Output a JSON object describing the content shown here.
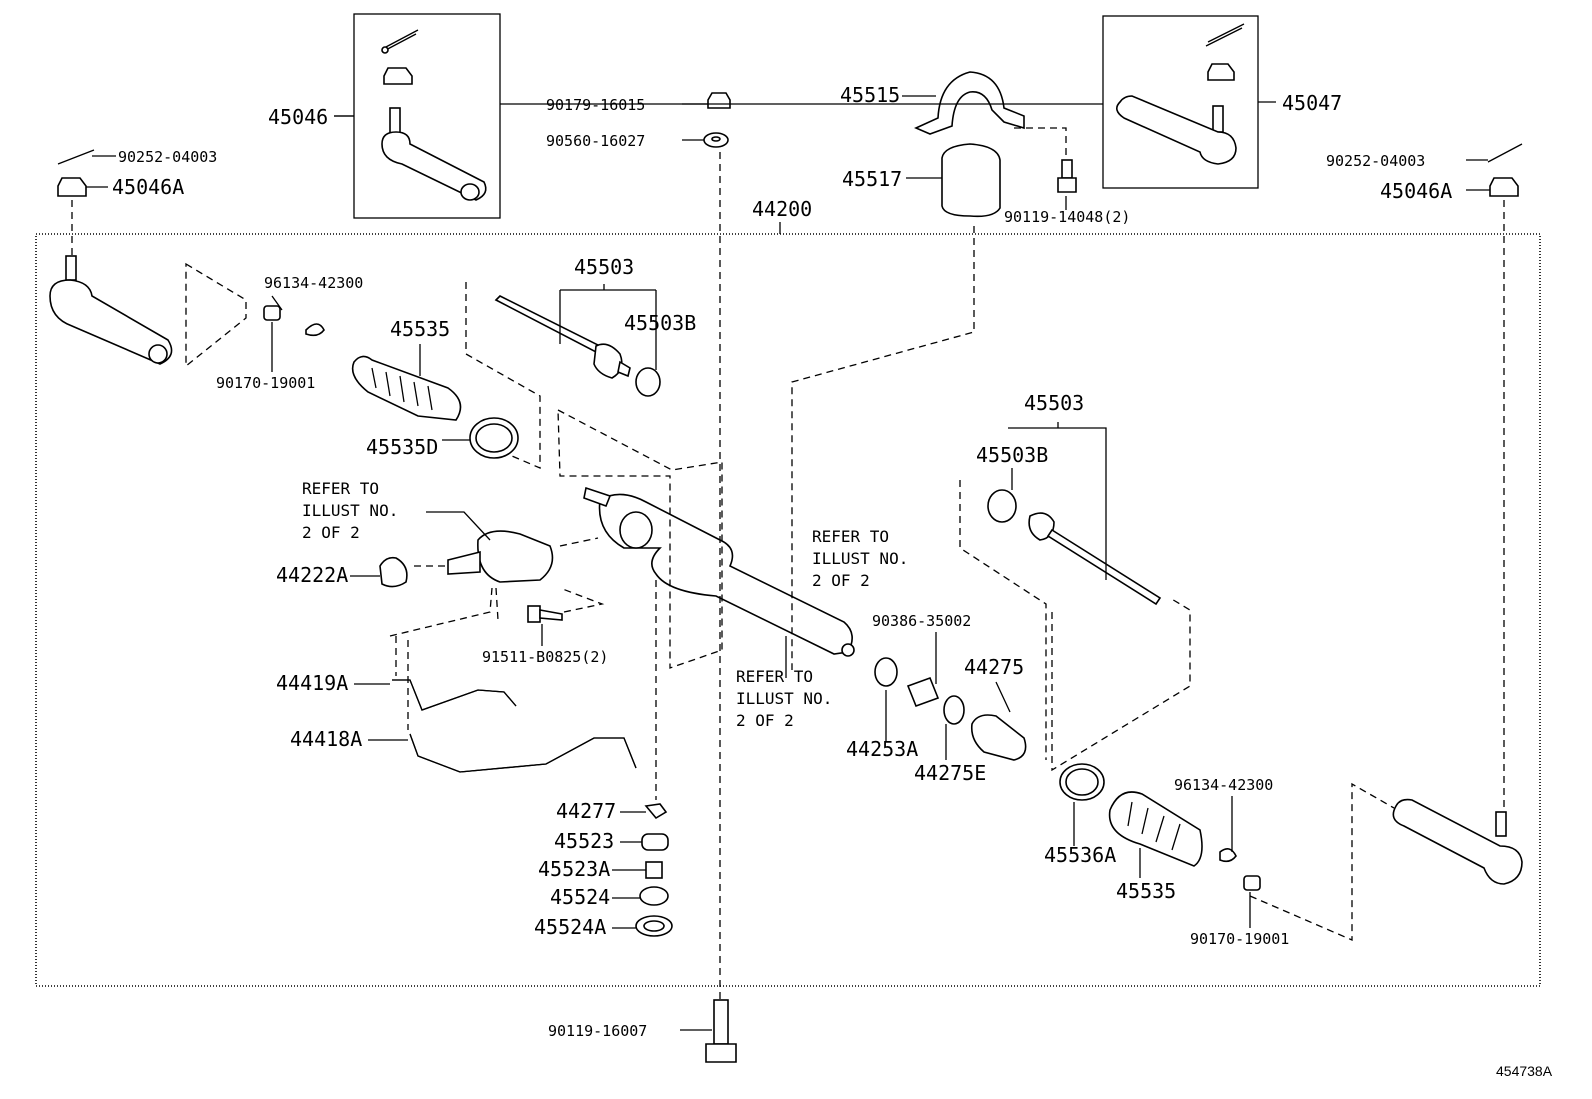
{
  "diagram_id": "454738A",
  "labels": {
    "p45046": "45046",
    "p45047": "45047",
    "p90252_l": "90252-04003",
    "p90252_r": "90252-04003",
    "p45046a_l": "45046A",
    "p45046a_r": "45046A",
    "p90179": "90179-16015",
    "p90560": "90560-16027",
    "p45515": "45515",
    "p45517": "45517",
    "p90119_14048": "90119-14048(2)",
    "p44200": "44200",
    "p96134_l": "96134-42300",
    "p90170_l": "90170-19001",
    "p45503_l": "45503",
    "p45503b_l": "45503B",
    "p45535_l": "45535",
    "p45535d": "45535D",
    "p44222a": "44222A",
    "p91511": "91511-B0825(2)",
    "p44419a": "44419A",
    "p44418a": "44418A",
    "p44277": "44277",
    "p45523": "45523",
    "p45523a": "45523A",
    "p45524": "45524",
    "p45524a": "45524A",
    "p90119_16007": "90119-16007",
    "p45503_r": "45503",
    "p45503b_r": "45503B",
    "p90386": "90386-35002",
    "p44275": "44275",
    "p44253a": "44253A",
    "p44275e": "44275E",
    "p45536a": "45536A",
    "p45535_r": "45535",
    "p96134_r": "96134-42300",
    "p90170_r": "90170-19001"
  },
  "notes": {
    "refer_left": [
      "REFER TO",
      "ILLUST NO.",
      "2 OF 2"
    ],
    "refer_top": [
      "REFER TO",
      "ILLUST NO.",
      "2 OF 2"
    ],
    "refer_bottom": [
      "REFER TO",
      "ILLUST NO.",
      "2 OF 2"
    ]
  }
}
